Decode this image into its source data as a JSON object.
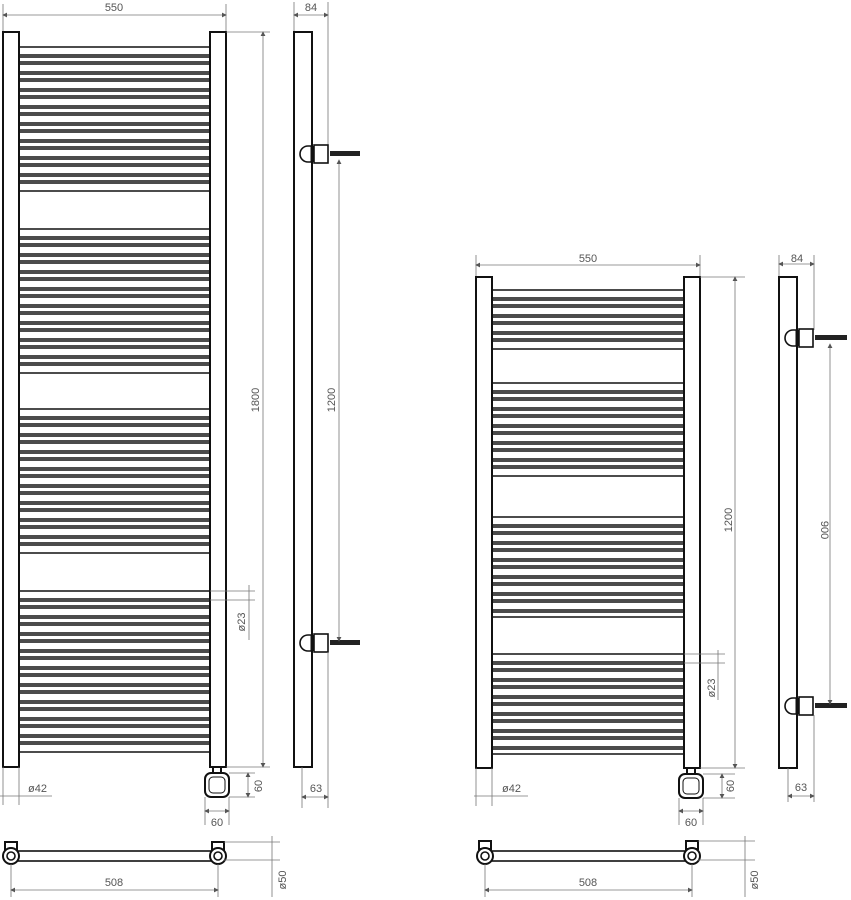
{
  "drawing": {
    "background": "#ffffff",
    "line_color": "#111111",
    "dimension_color": "#555555"
  },
  "radiator_large": {
    "front_view": {
      "width_label": "550",
      "height_label": "1800",
      "rail_diameter_label": "ø23",
      "side_tube_label": "ø42",
      "valve_height_label": "60",
      "valve_width_label": "60"
    },
    "side_view": {
      "depth_label": "84",
      "mount_spacing_label": "1200",
      "wall_offset_label": "63"
    },
    "top_view": {
      "center_distance_label": "508",
      "bracket_label": "ø50"
    }
  },
  "radiator_small": {
    "front_view": {
      "width_label": "550",
      "height_label": "1200",
      "rail_diameter_label": "ø23",
      "side_tube_label": "ø42",
      "valve_height_label": "60",
      "valve_width_label": "60"
    },
    "side_view": {
      "depth_label": "84",
      "mount_spacing_label": "900",
      "wall_offset_label": "63"
    },
    "top_view": {
      "center_distance_label": "508",
      "bracket_label": "ø50"
    }
  }
}
